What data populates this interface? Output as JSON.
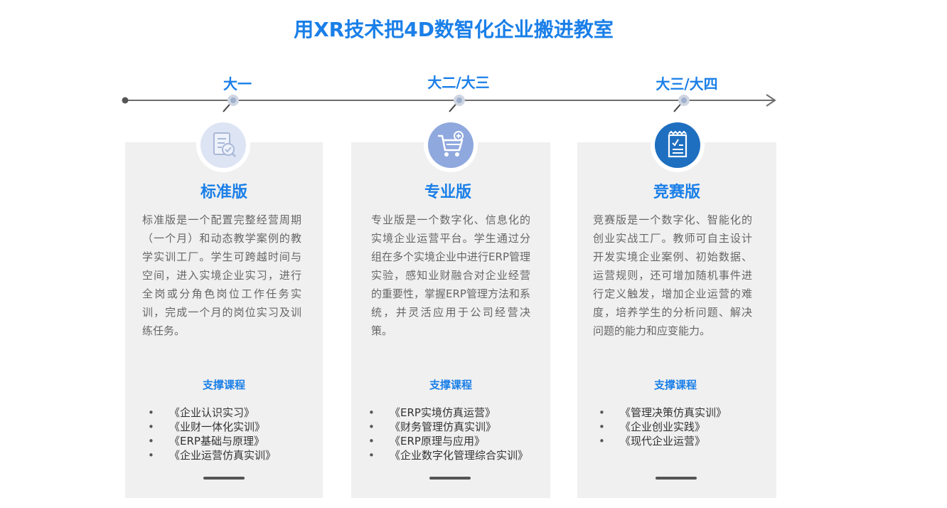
{
  "title": "用XR技术把4D数智化企业搬进教室",
  "timeline": {
    "stages": [
      "大一",
      "大二/大三",
      "大三/大四"
    ]
  },
  "colors": {
    "accent": "#1a7fe8",
    "card_bg": "#f0f0f0",
    "icon1": "#dde4f3",
    "icon2": "#8fa8de",
    "icon3": "#1e6fc0"
  },
  "cards": [
    {
      "icon": "document-check-icon",
      "title": "标准版",
      "description": "标准版是一个配置完整经营周期（一个月）和动态教学案例的教学实训工厂。学生可跨越时间与空间，进入实境企业实习，进行全岗或分角色岗位工作任务实训，完成一个月的岗位实习及训练任务。",
      "support_label": "支撑课程",
      "courses": [
        "《企业认识实习》",
        "《业财一体化实训》",
        "《ERP基础与原理》",
        "《企业运营仿真实训》"
      ]
    },
    {
      "icon": "shopping-cart-add-icon",
      "title": "专业版",
      "description": "专业版是一个数字化、信息化的实境企业运营平台。学生通过分组在多个实境企业中进行ERP管理实验，感知业财融合对企业经营的重要性，掌握ERP管理方法和系统，并灵活应用于公司经营决策。",
      "support_label": "支撑课程",
      "courses": [
        "《ERP实境仿真运营》",
        "《财务管理仿真实训》",
        "《ERP原理与应用》",
        "《企业数字化管理综合实训》"
      ]
    },
    {
      "icon": "receipt-check-icon",
      "title": "竞赛版",
      "description": "竞赛版是一个数字化、智能化的创业实战工厂。教师可自主设计开发实境企业案例、初始数据、运营规则，还可增加随机事件进行定义触发，增加企业运营的难度，培养学生的分析问题、解决问题的能力和应变能力。",
      "support_label": "支撑课程",
      "courses": [
        "《管理决策仿真实训》",
        "《企业创业实践》",
        "《现代企业运营》"
      ]
    }
  ]
}
